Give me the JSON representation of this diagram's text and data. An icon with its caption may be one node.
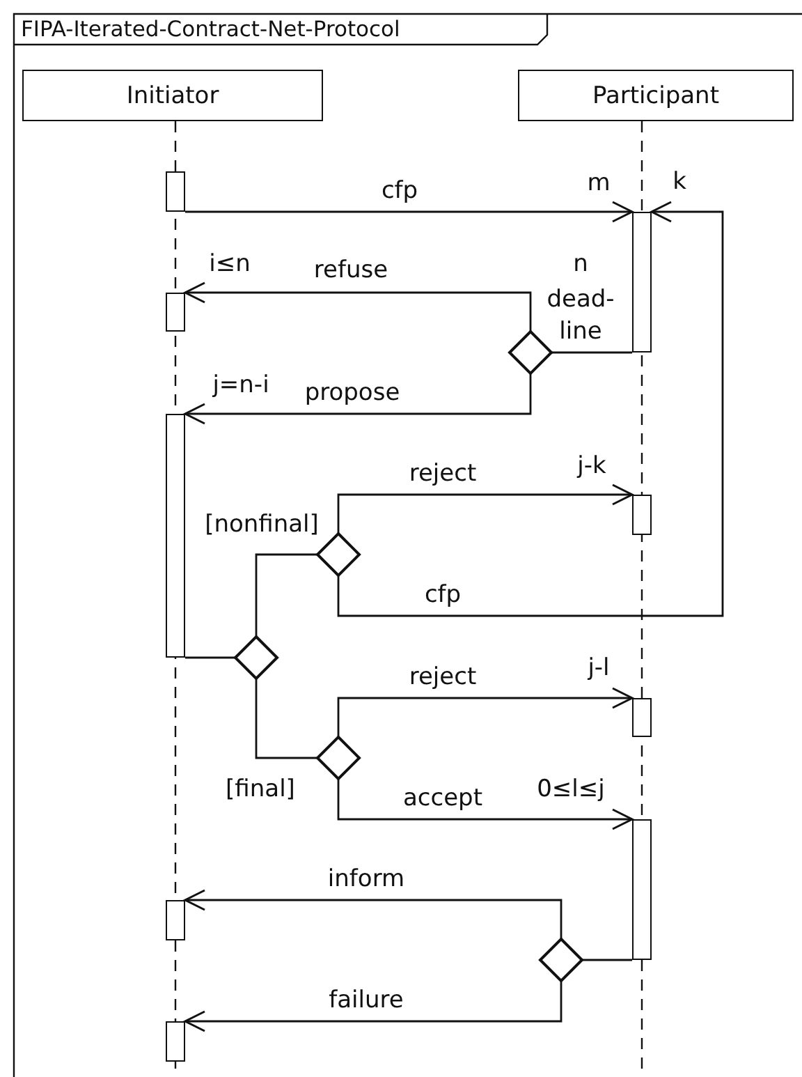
{
  "diagram": {
    "title": "FIPA-Iterated-Contract-Net-Protocol",
    "nodes": [
      {
        "text": [
          "Initiator"
        ]
      },
      {
        "text": [
          "Participant"
        ]
      },
      {
        "text": [],
        "shape": "bar"
      },
      {
        "text": [],
        "shape": "bar"
      },
      {
        "text": [],
        "shape": "diamond"
      },
      {
        "text": [],
        "shape": "bar"
      },
      {
        "text": [],
        "shape": "bar"
      },
      {
        "text": [],
        "shape": "diamond"
      },
      {
        "text": [],
        "shape": "diamond"
      },
      {
        "text": [],
        "shape": "bar"
      },
      {
        "text": [],
        "shape": "diamond"
      },
      {
        "text": [],
        "shape": "bar"
      },
      {
        "text": [],
        "shape": "bar"
      },
      {
        "text": [],
        "shape": "diamond"
      },
      {
        "text": [],
        "shape": "bar"
      },
      {
        "text": [],
        "shape": "bar"
      }
    ],
    "edges": [
      {
        "from": 2,
        "to": 3,
        "arrow": "to",
        "label": "cfp"
      },
      {
        "from": 3,
        "to": 4,
        "arrow": "none"
      },
      {
        "from": 4,
        "to": 5,
        "arrow": "to",
        "label": "refuse"
      },
      {
        "from": 4,
        "to": 6,
        "arrow": "to",
        "label": "propose"
      },
      {
        "from": 6,
        "to": 7,
        "arrow": "none"
      },
      {
        "from": 7,
        "to": 8,
        "arrow": "none"
      },
      {
        "from": 8,
        "to": 9,
        "arrow": "to",
        "label": "reject"
      },
      {
        "from": 8,
        "to": 3,
        "arrow": "to",
        "label": "cfp"
      },
      {
        "from": 7,
        "to": 10,
        "arrow": "none"
      },
      {
        "from": 10,
        "to": 11,
        "arrow": "to",
        "label": "reject"
      },
      {
        "from": 10,
        "to": 12,
        "arrow": "to",
        "label": "accept"
      },
      {
        "from": 12,
        "to": 13,
        "arrow": "none"
      },
      {
        "from": 13,
        "to": 14,
        "arrow": "to",
        "label": "inform"
      },
      {
        "from": 13,
        "to": 15,
        "arrow": "to",
        "label": "failure"
      }
    ],
    "labels": [
      "m",
      "k",
      "i≤n",
      "n",
      "dead-line",
      "j=n-i",
      "j-k",
      "[nonfinal]",
      "j-l",
      "[final]",
      "0≤l≤j"
    ]
  }
}
